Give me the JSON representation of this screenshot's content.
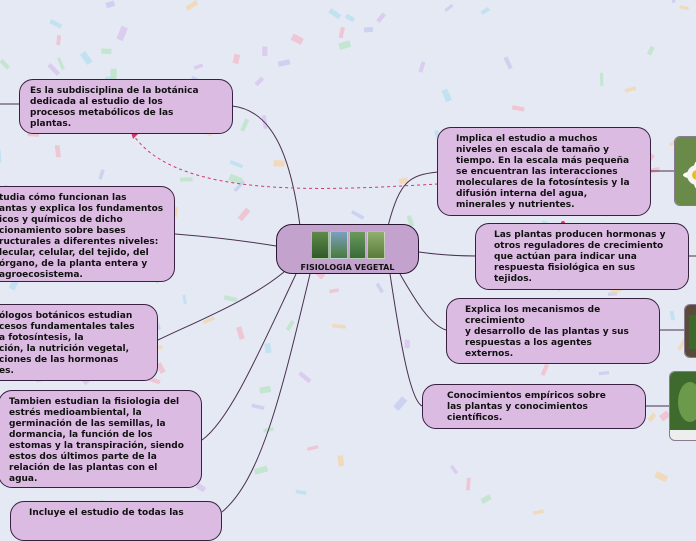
{
  "central": {
    "title": "FISIOLOGIA VEGETAL"
  },
  "left_nodes": [
    {
      "text": "Es la subdisciplina de la botánica\ndedicada al estudio de los\nprocesos metabólicos de las\nplantas."
    },
    {
      "text": "tudia cómo funcionan las\nantas y explica los fundamentos\nicos y químicos de dicho\ncionamiento sobre bases\nructurales a diferentes niveles:\nlecular, celular, del tejido, del\nórgano, de la planta entera y\nagroecosistema."
    },
    {
      "text": "ólogos botánicos estudian\ncesos fundamentales tales\na fotosíntesis, la\nción, la nutrición vegetal,\nciones de las hormonas\nes."
    },
    {
      "text": "Tambien estudian la fisiologia del\nestrés medioambiental, la\ngerminación de las semillas, la\ndormancia, la función de los\nestomas y la transpiración, siendo\nestos dos últimos parte de la\nrelación de las plantas con el\nagua."
    },
    {
      "text": "Incluye el estudio de todas las"
    }
  ],
  "right_nodes": [
    {
      "text": "Implica el estudio a muchos\nniveles en escala de tamaño y\ntiempo. En la escala más pequeña\nse encuentran las interacciones\nmoleculares de la fotosíntesis y la\ndifusión interna del agua,\nminerales y nutrientes."
    },
    {
      "text": "Las plantas producen hormonas y\notros reguladores de crecimiento\nque actúan para indicar una\nrespuesta fisiológica en sus\ntejidos."
    },
    {
      "text": "Explica los mecanismos de\ncrecimiento\ny desarrollo de las plantas y sus\nrespuestas a los agentes\nexternos."
    },
    {
      "text": "Conocimientos empíricos sobre\nlas plantas y conocimientos\ncientíficos."
    }
  ],
  "colors": {
    "background": "#e4e9f4",
    "node_fill": "#dcbbe3",
    "node_border": "#3a2040",
    "central_fill": "#c3a2cd",
    "connector": "#4a3050",
    "dashed_link": "#d03a6a"
  },
  "images": [
    {
      "name": "flower-photo"
    },
    {
      "name": "plant-photo"
    },
    {
      "name": "leaf-photo"
    }
  ]
}
